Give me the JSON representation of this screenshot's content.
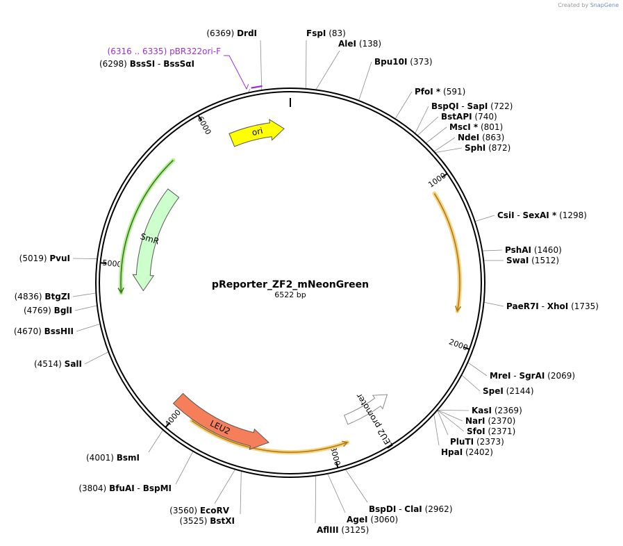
{
  "watermark": {
    "prefix": "Created by",
    "brand": "SnapGene"
  },
  "plasmid": {
    "name": "pReporter_ZF2_mNeonGreen",
    "size_label": "6522 bp",
    "length": 6522
  },
  "ticks": [
    {
      "pos": 1000,
      "label": "1000"
    },
    {
      "pos": 2000,
      "label": "2000"
    },
    {
      "pos": 3000,
      "label": "3000"
    },
    {
      "pos": 4000,
      "label": "4000"
    },
    {
      "pos": 5000,
      "label": "5000"
    },
    {
      "pos": 6000,
      "label": "6000"
    }
  ],
  "features": [
    {
      "name": "ori",
      "start": 6118,
      "end": 6480,
      "color": "#ffff00",
      "dir": 1,
      "label": "ori"
    },
    {
      "name": "SmR",
      "start": 4835,
      "end": 5570,
      "color": "#ccffcc",
      "dir": -1,
      "label": "SmR"
    },
    {
      "name": "LEU2",
      "start": 3400,
      "end": 4060,
      "color": "#f57f5b",
      "dir": -1,
      "label": "LEU2"
    },
    {
      "name": "LEU2 promoter",
      "start": 2520,
      "end": 2860,
      "color": "#ffffff",
      "dir": -1,
      "label": "LEU2 promoter"
    }
  ],
  "orfs": [
    {
      "start": 1055,
      "end": 1805,
      "dir": 1,
      "color": "#b07a16"
    },
    {
      "start": 2905,
      "end": 3905,
      "dir": -1,
      "color": "#b07a16"
    },
    {
      "start": 4830,
      "end": 5730,
      "dir": -1,
      "color": "#2f7d12"
    }
  ],
  "primer": {
    "start": 6316,
    "end": 6335,
    "range_label": "(6316 .. 6335)",
    "name": "pBR322ori-F",
    "color": "#9d2fd6"
  },
  "sites": [
    {
      "pos": 6369,
      "side": "left",
      "label_name": "DrdI",
      "label_pos": "(6369)"
    },
    {
      "pos": 83,
      "side": "right",
      "label_name": "FspI",
      "label_pos": "(83)"
    },
    {
      "pos": 138,
      "side": "right",
      "label_name": "AleI",
      "label_pos": "(138)"
    },
    {
      "pos": 373,
      "side": "right",
      "label_name": "Bpu10I",
      "label_pos": "(373)"
    },
    {
      "pos": 591,
      "side": "right",
      "label_name": "PfoI *",
      "label_pos": "(591)"
    },
    {
      "pos": 722,
      "side": "right",
      "label_name": "BspQI",
      "label_name2": "SapI",
      "label_pos": "(722)"
    },
    {
      "pos": 740,
      "side": "right",
      "label_name": "BstAPI",
      "label_pos": "(740)"
    },
    {
      "pos": 801,
      "side": "right",
      "label_name": "MscI *",
      "label_pos": "(801)"
    },
    {
      "pos": 863,
      "side": "right",
      "label_name": "NdeI",
      "label_pos": "(863)"
    },
    {
      "pos": 872,
      "side": "right",
      "label_name": "SphI",
      "label_pos": "(872)"
    },
    {
      "pos": 1298,
      "side": "right",
      "label_name": "CsiI",
      "label_name2": "SexAI *",
      "label_pos": "(1298)"
    },
    {
      "pos": 1460,
      "side": "right",
      "label_name": "PshAI",
      "label_pos": "(1460)"
    },
    {
      "pos": 1512,
      "side": "right",
      "label_name": "SwaI",
      "label_pos": "(1512)"
    },
    {
      "pos": 1735,
      "side": "right",
      "label_name": "PaeR7I",
      "label_name2": "XhoI",
      "label_pos": "(1735)"
    },
    {
      "pos": 2069,
      "side": "right",
      "label_name": "MreI",
      "label_name2": "SgrAI",
      "label_pos": "(2069)"
    },
    {
      "pos": 2144,
      "side": "right",
      "label_name": "SpeI",
      "label_pos": "(2144)"
    },
    {
      "pos": 2369,
      "side": "right",
      "label_name": "KasI",
      "label_pos": "(2369)"
    },
    {
      "pos": 2370,
      "side": "right",
      "label_name": "NarI",
      "label_pos": "(2370)"
    },
    {
      "pos": 2371,
      "side": "right",
      "label_name": "SfoI",
      "label_pos": "(2371)"
    },
    {
      "pos": 2373,
      "side": "right",
      "label_name": "PluTI",
      "label_pos": "(2373)"
    },
    {
      "pos": 2402,
      "side": "right",
      "label_name": "HpaI",
      "label_pos": "(2402)"
    },
    {
      "pos": 2962,
      "side": "right",
      "label_name": "BspDI",
      "label_name2": "ClaI",
      "label_pos": "(2962)"
    },
    {
      "pos": 3060,
      "side": "right",
      "label_name": "AgeI",
      "label_pos": "(3060)"
    },
    {
      "pos": 3125,
      "side": "right",
      "label_name": "AflIII",
      "label_pos": "(3125)"
    },
    {
      "pos": 3525,
      "side": "left",
      "label_name": "BstXI",
      "label_pos": "(3525)"
    },
    {
      "pos": 3560,
      "side": "left",
      "label_name": "EcoRV",
      "label_pos": "(3560)"
    },
    {
      "pos": 3804,
      "side": "left",
      "label_name": "BfuAI",
      "label_name2": "BspMI",
      "label_pos": "(3804)"
    },
    {
      "pos": 4001,
      "side": "left",
      "label_name": "BsmI",
      "label_pos": "(4001)"
    },
    {
      "pos": 4514,
      "side": "left",
      "label_name": "SalI",
      "label_pos": "(4514)"
    },
    {
      "pos": 4670,
      "side": "left",
      "label_name": "BssHII",
      "label_pos": "(4670)"
    },
    {
      "pos": 4769,
      "side": "left",
      "label_name": "BglI",
      "label_pos": "(4769)"
    },
    {
      "pos": 4836,
      "side": "left",
      "label_name": "BtgZI",
      "label_pos": "(4836)"
    },
    {
      "pos": 5019,
      "side": "left",
      "label_name": "PvuI",
      "label_pos": "(5019)"
    },
    {
      "pos": 6298,
      "side": "left",
      "label_name": "BssSI",
      "label_name2": "BssSαI",
      "label_pos": "(6298)"
    }
  ]
}
